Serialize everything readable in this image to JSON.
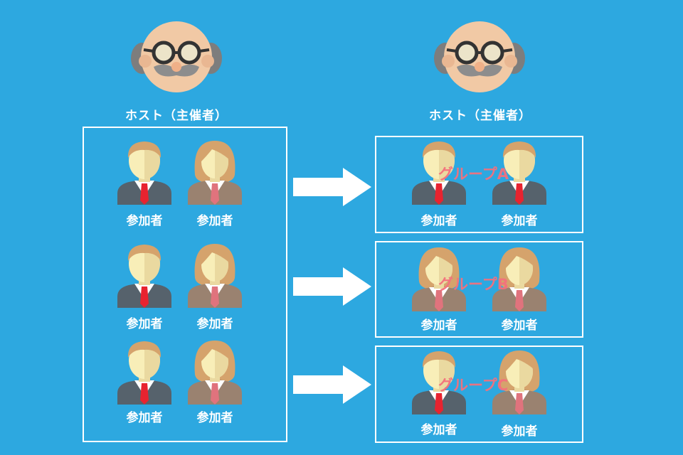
{
  "left": {
    "host_label": "ホスト（主催者）",
    "participants": [
      {
        "gender": "male",
        "label": "参加者"
      },
      {
        "gender": "female",
        "label": "参加者"
      },
      {
        "gender": "male",
        "label": "参加者"
      },
      {
        "gender": "female",
        "label": "参加者"
      },
      {
        "gender": "male",
        "label": "参加者"
      },
      {
        "gender": "female",
        "label": "参加者"
      }
    ]
  },
  "right": {
    "host_label": "ホスト（主催者）",
    "groups": [
      {
        "name": "グループA",
        "members": [
          {
            "gender": "male",
            "label": "参加者"
          },
          {
            "gender": "male",
            "label": "参加者"
          }
        ]
      },
      {
        "name": "グループB",
        "members": [
          {
            "gender": "female",
            "label": "参加者"
          },
          {
            "gender": "female",
            "label": "参加者"
          }
        ]
      },
      {
        "name": "グループC",
        "members": [
          {
            "gender": "male",
            "label": "参加者"
          },
          {
            "gender": "female",
            "label": "参加者"
          }
        ]
      }
    ]
  },
  "colors": {
    "background": "#2da8e0",
    "frame": "#ffffff",
    "arrow": "#ffffff",
    "group_label": "#f4717d",
    "tie": "#e8232f"
  }
}
